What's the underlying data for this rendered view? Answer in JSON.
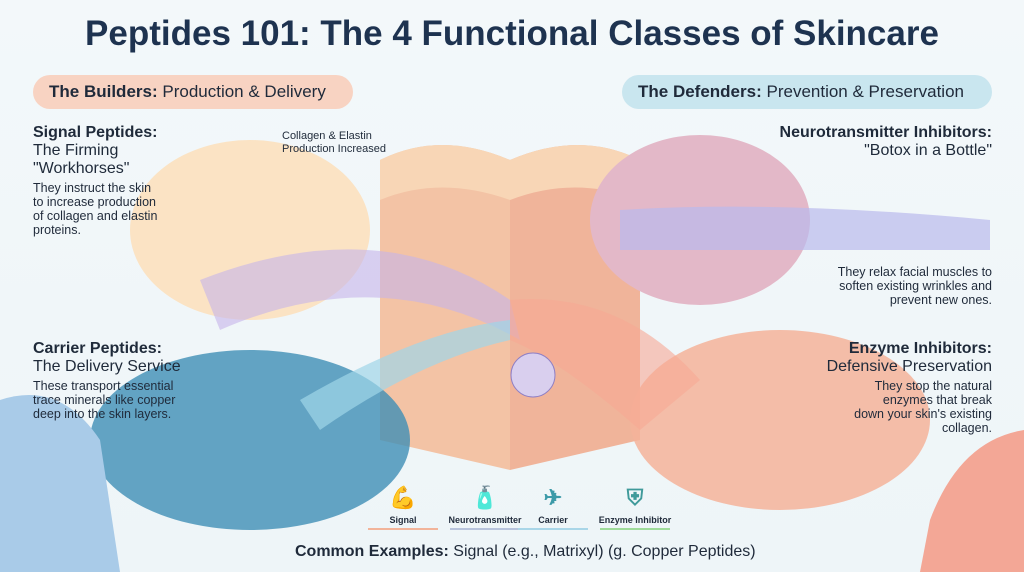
{
  "title": "Peptides 101: The 4 Functional Classes of Skincare",
  "builders": {
    "label": "The Builders:",
    "subtitle": "Production & Delivery"
  },
  "defenders": {
    "label": "The Defenders:",
    "subtitle": "Prevention & Preservation"
  },
  "signal": {
    "title": "Signal Peptides:",
    "subtitle": "The Firming \"Workhorses\"",
    "desc": "They instruct the skin to increase production of collagen and elastin proteins.",
    "callout": "Collagen & Elastin Production Increased"
  },
  "carrier": {
    "title": "Carrier Peptides:",
    "subtitle": "The Delivery Service",
    "desc": "These transport essential trace minerals like copper deep into the skin layers."
  },
  "neuro": {
    "title": "Neurotransmitter Inhibitors:",
    "subtitle": "\"Botox in a Bottle\"",
    "desc": "They relax facial muscles to soften existing wrinkles and prevent new ones."
  },
  "enzyme": {
    "title": "Enzyme Inhibitors:",
    "subtitle": "Defensive Preservation",
    "desc": "They stop the natural enzymes that break down your skin's existing collagen."
  },
  "legend": [
    {
      "label": "Signal",
      "icon": "muscle-icon",
      "color": "#f2b49a"
    },
    {
      "label": "Neurotransmitter",
      "icon": "bottle-icon",
      "color": "#b7c3dc"
    },
    {
      "label": "Carrier",
      "icon": "drone-icon",
      "color": "#a9d6e8"
    },
    {
      "label": "Enzyme Inhibitor",
      "icon": "shield-icon",
      "color": "#9edb9a"
    }
  ],
  "examples": {
    "label": "Common Examples:",
    "text": "Signal (e.g., Matrixyl) (g. Copper Peptides)"
  }
}
